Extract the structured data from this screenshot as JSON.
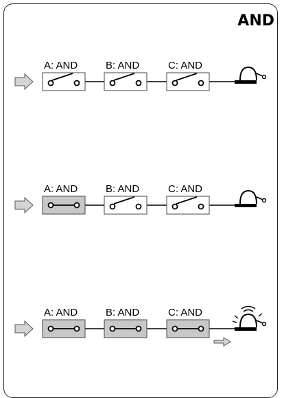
{
  "title": "AND",
  "switch_labels": [
    "A: AND",
    "B: AND",
    "C: AND"
  ],
  "rows": [
    {
      "closed": [
        false,
        false,
        false
      ],
      "bell_ringing": false,
      "output_arrow": false
    },
    {
      "closed": [
        true,
        false,
        false
      ],
      "bell_ringing": false,
      "output_arrow": false
    },
    {
      "closed": [
        true,
        true,
        true
      ],
      "bell_ringing": true,
      "output_arrow": true
    }
  ],
  "colors": {
    "closed_fill": "#c8c8c8",
    "open_fill": "#ffffff",
    "arrow_fill": "#d4d4d4"
  }
}
